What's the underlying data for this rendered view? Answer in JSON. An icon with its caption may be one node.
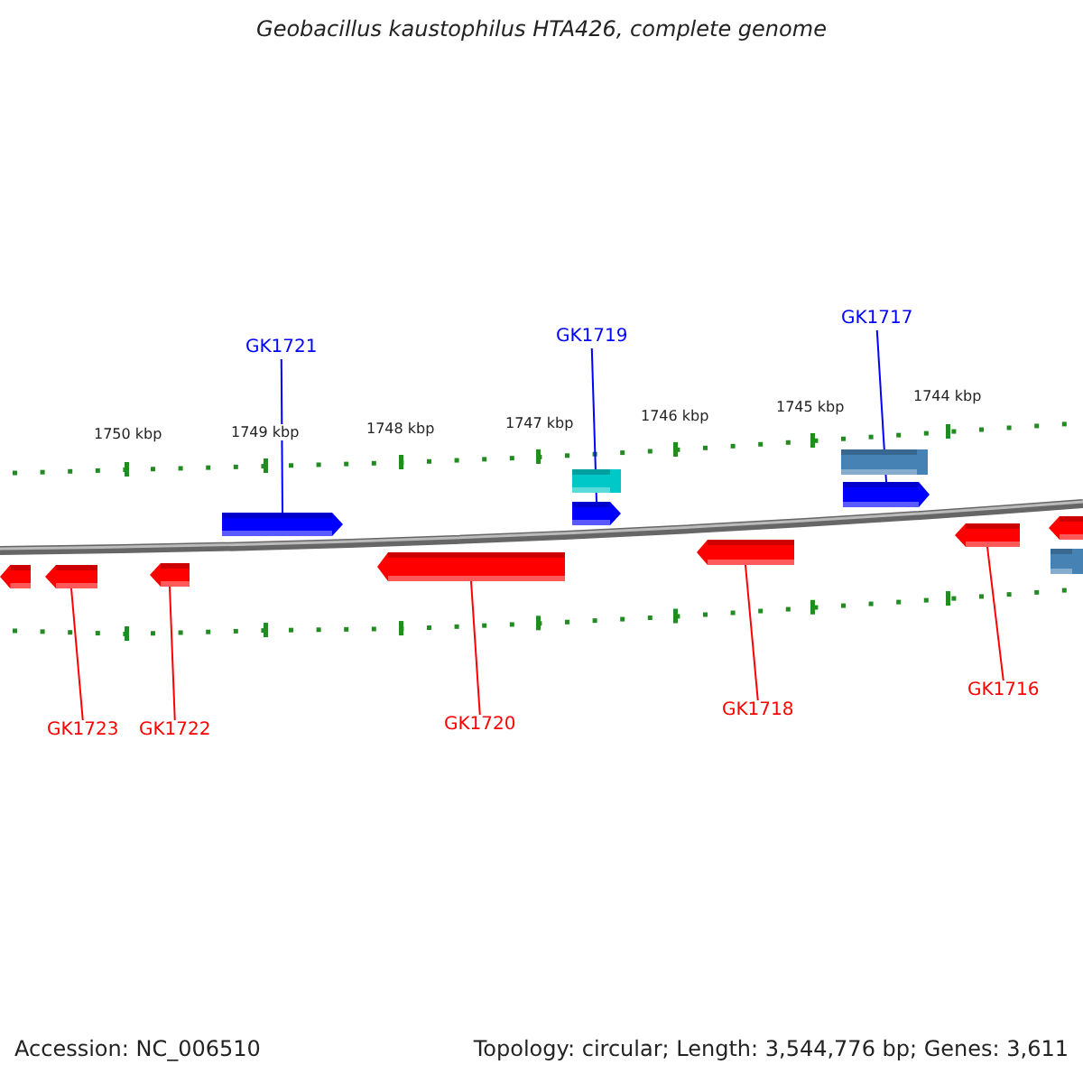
{
  "diagram": {
    "title": "Geobacillus kaustophilus HTA426, complete genome",
    "nodes": [
      {
        "text": [
          "GK1721"
        ]
      },
      {
        "text": [
          "GK1719"
        ]
      },
      {
        "text": [
          "GK1717"
        ]
      },
      {
        "text": [],
        "shape": "bar"
      },
      {
        "text": [],
        "shape": "bar"
      },
      {
        "text": [],
        "shape": "arrow"
      },
      {
        "text": [],
        "shape": "arrow"
      },
      {
        "text": [],
        "shape": "arrow"
      },
      {
        "text": [],
        "shape": "arrow"
      },
      {
        "text": [],
        "shape": "arrow"
      },
      {
        "text": [],
        "shape": "arrow"
      },
      {
        "text": [],
        "shape": "arrow"
      },
      {
        "text": [],
        "shape": "arrow"
      },
      {
        "text": [],
        "shape": "arrow"
      },
      {
        "text": [],
        "shape": "arrow"
      },
      {
        "text": [],
        "shape": "bar"
      },
      {
        "text": [
          "GK1723"
        ]
      },
      {
        "text": [
          "GK1722"
        ]
      },
      {
        "text": [
          "GK1720"
        ]
      },
      {
        "text": [
          "GK1718"
        ]
      },
      {
        "text": [
          "GK1716"
        ]
      }
    ],
    "edges": [
      {
        "from": 0,
        "to": 5,
        "arrow": "none",
        "color": "#0000ff"
      },
      {
        "from": 1,
        "to": 6,
        "arrow": "none",
        "color": "#0000ff"
      },
      {
        "from": 2,
        "to": 7,
        "arrow": "none",
        "color": "#0000ff"
      },
      {
        "from": 16,
        "to": 9,
        "arrow": "none"
      },
      {
        "from": 17,
        "to": 10,
        "arrow": "none"
      },
      {
        "from": 18,
        "to": 11,
        "arrow": "none"
      },
      {
        "from": 19,
        "to": 12,
        "arrow": "none"
      },
      {
        "from": 20,
        "to": 13,
        "arrow": "none"
      }
    ],
    "labels": [
      "1750 kbp",
      "1749 kbp",
      "1748 kbp",
      "1747 kbp",
      "1746 kbp",
      "1745 kbp",
      "1744 kbp",
      "Accession: NC_006510",
      "Topology: circular; Length: 3,544,776 bp; Genes: 3,611"
    ]
  }
}
